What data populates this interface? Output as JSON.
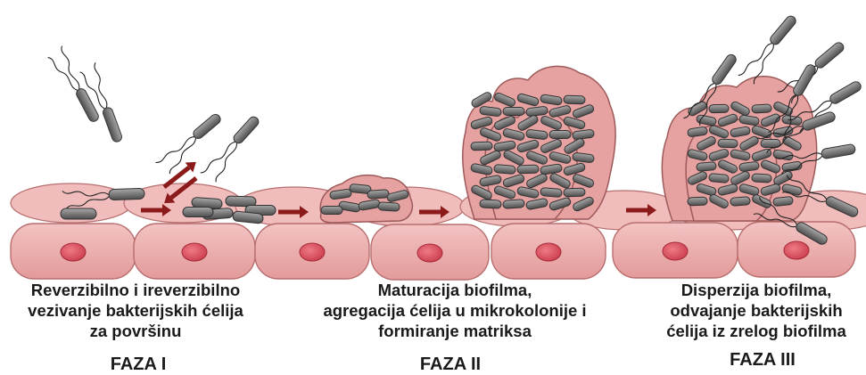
{
  "stages": [
    {
      "description_lines": [
        "Reverzibilno i ireverzibilno",
        "vezivanje bakterijskih ćelija",
        "za površinu"
      ],
      "phase": "FAZA I"
    },
    {
      "description_lines": [
        "Maturacija biofilma,",
        "agregacija ćelija u mikrokolonije i",
        "formiranje matriksa"
      ],
      "phase": "FAZA II"
    },
    {
      "description_lines": [
        "Disperzija biofilma,",
        "odvajanje bakterijskih",
        "ćelija iz zrelog biofilma"
      ],
      "phase": "FAZA III"
    }
  ],
  "colors": {
    "cell_fill": "#e9a6a6",
    "cell_stroke": "#b86e6e",
    "nucleus": "#d94b5a",
    "biofilm_fill": "#e6a1a1",
    "bacterium": "#7d7d7d",
    "arrow": "#8b1a1a",
    "text": "#1a1a1a"
  }
}
